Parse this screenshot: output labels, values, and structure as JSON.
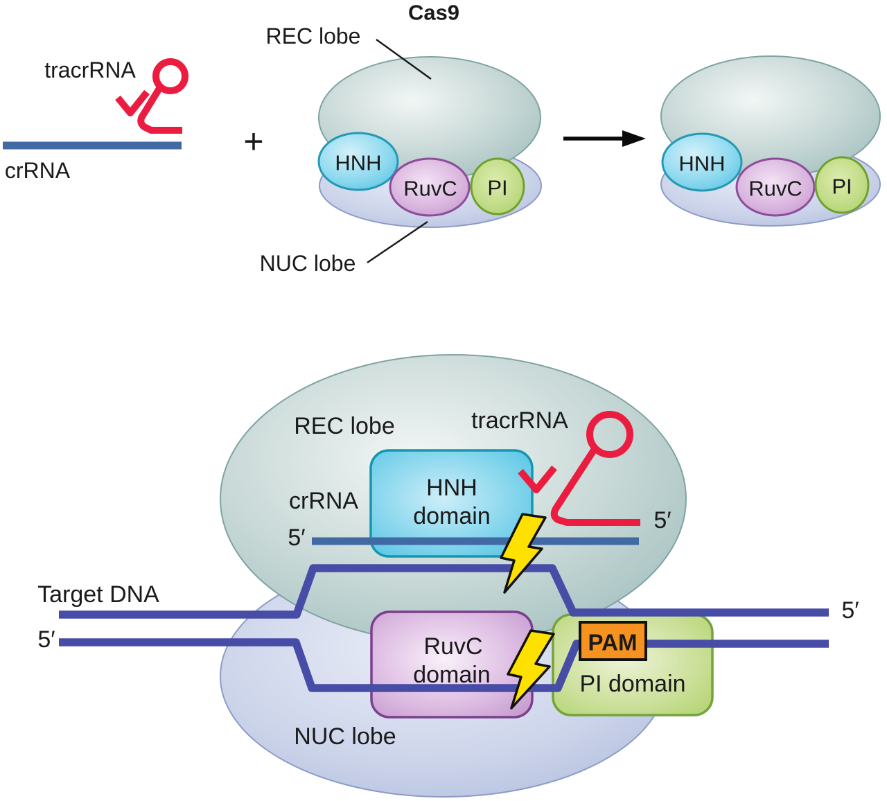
{
  "figure": {
    "title": "Cas9",
    "plus_sign": "+",
    "guide_rna": {
      "tracrRNA_label": "tracrRNA",
      "crRNA_label": "crRNA"
    },
    "overview": {
      "rec_lobe_label": "REC lobe",
      "nuc_lobe_label": "NUC lobe",
      "hnh_label": "HNH",
      "ruvc_label": "RuvC",
      "pi_label": "PI"
    },
    "assembled": {
      "hnh_label": "HNH",
      "ruvc_label": "RuvC",
      "pi_label": "PI"
    },
    "detail": {
      "rec_lobe_label": "REC lobe",
      "nuc_lobe_label": "NUC lobe",
      "tracrRNA_label": "tracrRNA",
      "crRNA_label": "crRNA",
      "hnh_domain_line1": "HNH",
      "hnh_domain_line2": "domain",
      "ruvc_domain_line1": "RuvC",
      "ruvc_domain_line2": "domain",
      "pi_domain_label": "PI domain",
      "pam_label": "PAM",
      "target_dna_label": "Target DNA",
      "five_prime": "5′"
    },
    "colors": {
      "red_rna": "#EC1C40",
      "crRNA_blue": "#4169A4",
      "target_dna_blue": "#474CA6",
      "pam_orange": "#F6921F",
      "bolt_yellow": "#FFE100",
      "rec_teal": "#A7C2C2",
      "nuc_lavender": "#B4C0DE",
      "hnh_cyan": "#5BC8E8",
      "ruvc_purple": "#C79FD0",
      "pi_green": "#B7D77A",
      "outline_black": "#1A1A1A"
    }
  }
}
